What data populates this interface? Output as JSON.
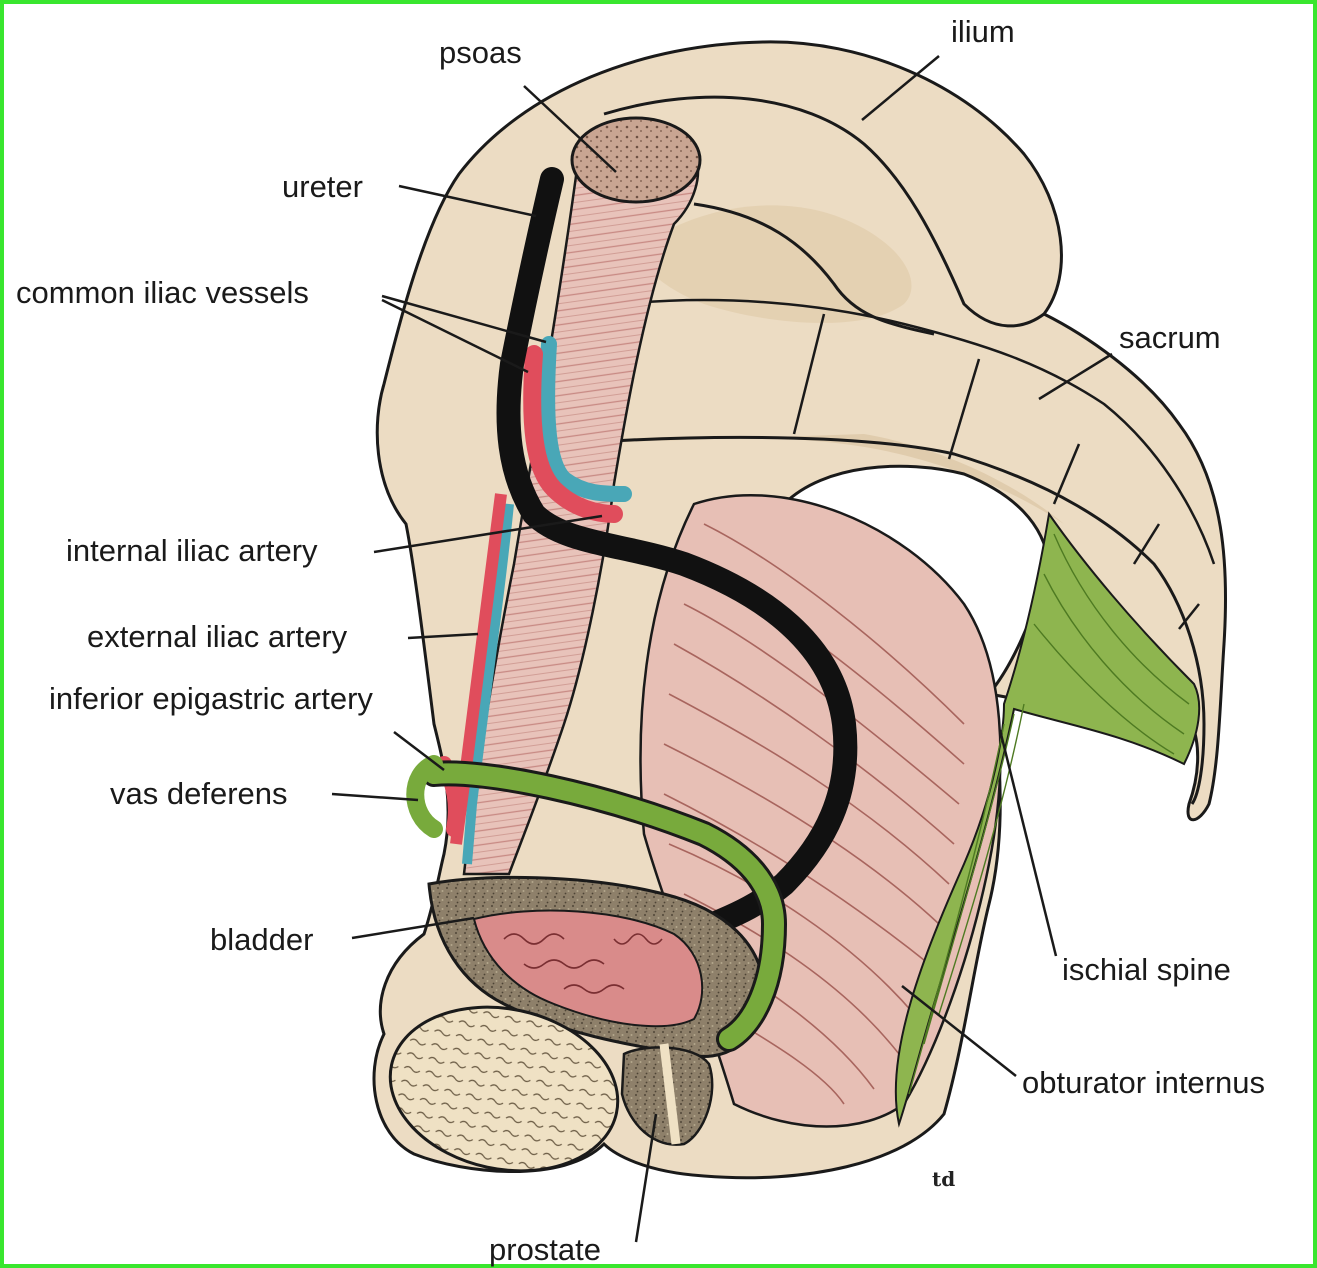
{
  "figure": {
    "frame_color": "#39e62e",
    "labels": {
      "ilium": "ilium",
      "psoas": "psoas",
      "ureter": "ureter",
      "common_iliac_vessels": "common iliac vessels",
      "sacrum": "sacrum",
      "internal_iliac_artery": "internal iliac artery",
      "external_iliac_artery": "external iliac artery",
      "inferior_epigastric_artery": "inferior epigastric artery",
      "vas_deferens": "vas deferens",
      "bladder": "bladder",
      "ischial_spine": "ischial spine",
      "obturator_internus": "obturator internus",
      "prostate": "prostate"
    },
    "signature": "td",
    "colors": {
      "bone": "#ecdcc3",
      "bone_shadow": "#e1ccab",
      "muscle": "#e7bfb5",
      "psoas_cut": "#c9a592",
      "ureter": "#111111",
      "artery": "#e04d5c",
      "vein": "#49a7b7",
      "vas_deferens": "#78aa3c",
      "ligament": "#8eb54f",
      "bladder_wall": "#8c7d63",
      "bladder_mucosa": "#d98b8a",
      "outline": "#1a1a1a"
    }
  }
}
